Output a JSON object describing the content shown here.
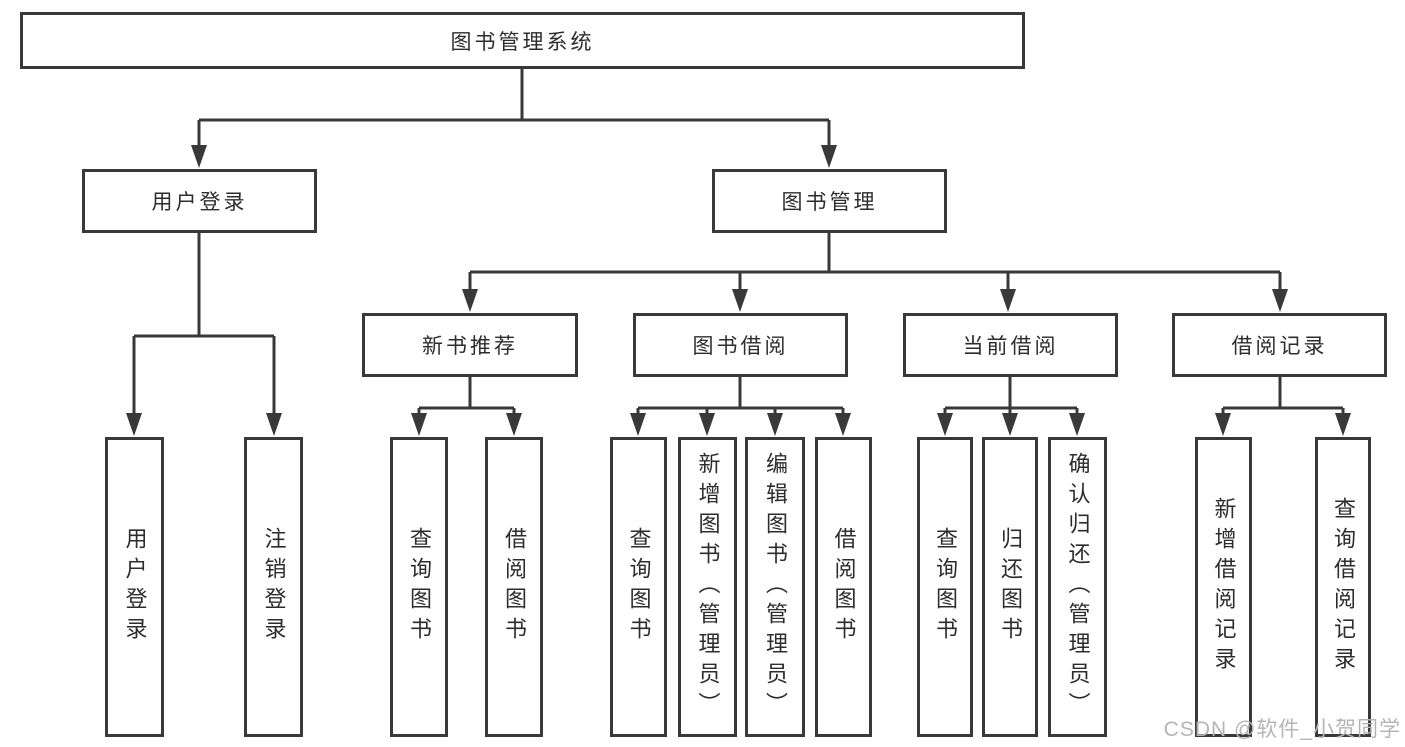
{
  "tree": {
    "root": "图书管理系统",
    "branches": [
      {
        "label": "用户登录",
        "leaves": [
          "用户登录",
          "注销登录"
        ]
      },
      {
        "label": "图书管理",
        "groups": [
          {
            "label": "新书推荐",
            "leaves": [
              "查询图书",
              "借阅图书"
            ]
          },
          {
            "label": "图书借阅",
            "leaves": [
              "查询图书",
              "新增图书（管理员）",
              "编辑图书（管理员）",
              "借阅图书"
            ]
          },
          {
            "label": "当前借阅",
            "leaves": [
              "查询图书",
              "归还图书",
              "确认归还（管理员）"
            ]
          },
          {
            "label": "借阅记录",
            "leaves": [
              "新增借阅记录",
              "查询借阅记录"
            ]
          }
        ]
      }
    ]
  },
  "watermark": "CSDN @软件_小贺同学",
  "colors": {
    "line": "#39393b",
    "text": "#2d2d2d",
    "watermark": "#b5b5b5",
    "background": "#ffffff"
  }
}
